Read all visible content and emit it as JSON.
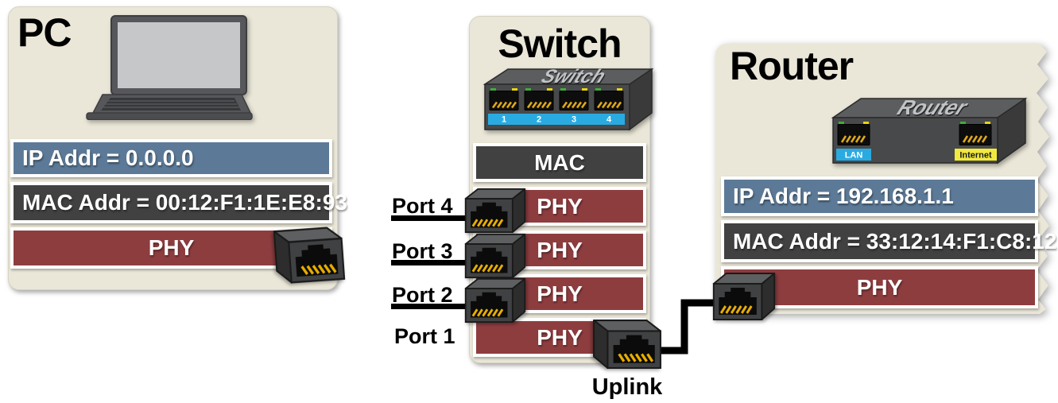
{
  "pc": {
    "title": "PC",
    "ip_bar": "IP Addr = 0.0.0.0",
    "mac_bar": "MAC Addr = 00:12:F1:1E:E8:93",
    "phy_bar": "PHY"
  },
  "switch": {
    "title": "Switch",
    "device_label": "Switch",
    "device_port_numbers": [
      "1",
      "2",
      "3",
      "4"
    ],
    "mac_bar": "MAC",
    "phy_bars": [
      "PHY",
      "PHY",
      "PHY",
      "PHY"
    ],
    "port_labels": [
      "Port 4",
      "Port 3",
      "Port 2",
      "Port 1"
    ],
    "uplink_label": "Uplink"
  },
  "router": {
    "title": "Router",
    "device_label": "Router",
    "lan_badge": "LAN",
    "internet_badge": "Internet",
    "ip_bar": "IP Addr = 192.168.1.1",
    "mac_bar": "MAC Addr = 33:12:14:F1:C8:12",
    "phy_bar": "PHY"
  },
  "colors": {
    "panel_background": "#eae7d8",
    "ip_bar": "#5c7a97",
    "mac_bar": "#414141",
    "phy_bar": "#8e3d3f",
    "port_strip_blue": "#29abe2",
    "lan_badge_blue": "#29abe2",
    "internet_badge_yellow": "#f2e93e",
    "cable_black": "#000000"
  }
}
